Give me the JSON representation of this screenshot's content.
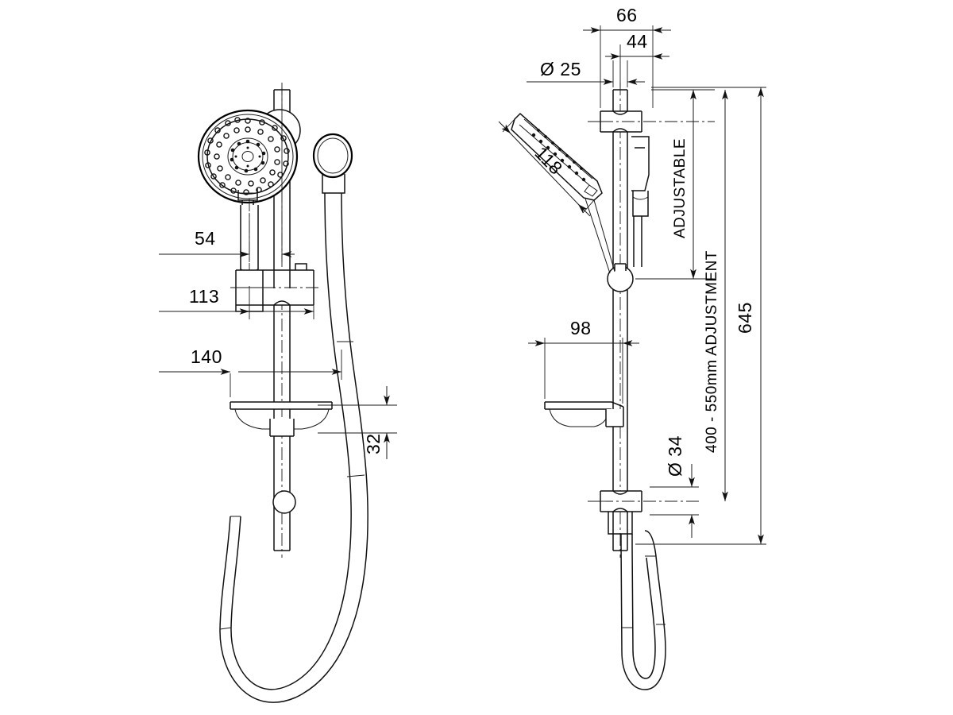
{
  "drawing": {
    "type": "engineering-orthographic-drawing",
    "subject": "Shower rail with handshower, soap dish and hose",
    "views": [
      {
        "id": "front",
        "label": ""
      },
      {
        "id": "side",
        "label": ""
      }
    ],
    "line_color": "#000000",
    "background_color": "#ffffff"
  },
  "dimensions": {
    "front_view": [
      {
        "name": "d54",
        "value": "54",
        "orientation": "horizontal"
      },
      {
        "name": "d113",
        "value": "113",
        "orientation": "horizontal"
      },
      {
        "name": "d140",
        "value": "140",
        "orientation": "horizontal"
      },
      {
        "name": "d32",
        "value": "32",
        "orientation": "vertical"
      }
    ],
    "side_view": [
      {
        "name": "d66",
        "value": "66",
        "orientation": "horizontal"
      },
      {
        "name": "d44",
        "value": "44",
        "orientation": "horizontal"
      },
      {
        "name": "d25",
        "value": "Ø 25",
        "orientation": "horizontal"
      },
      {
        "name": "d118",
        "value": "118",
        "orientation": "angled"
      },
      {
        "name": "d98",
        "value": "98",
        "orientation": "horizontal"
      },
      {
        "name": "d34",
        "value": "Ø 34",
        "orientation": "vertical"
      },
      {
        "name": "adjustable",
        "value": "ADJUSTABLE",
        "orientation": "vertical"
      },
      {
        "name": "adjustment_range",
        "value": "400 - 550mm ADJUSTMENT",
        "orientation": "vertical"
      },
      {
        "name": "d645",
        "value": "645",
        "orientation": "vertical"
      }
    ]
  },
  "labels": {
    "d54": "54",
    "d113": "113",
    "d140": "140",
    "d32": "32",
    "d66": "66",
    "d44": "44",
    "d25": "Ø 25",
    "d118": "118",
    "d98": "98",
    "d34": "Ø 34",
    "adjustable": "ADJUSTABLE",
    "adjustment_range": "400 - 550mm ADJUSTMENT",
    "d645": "645"
  }
}
